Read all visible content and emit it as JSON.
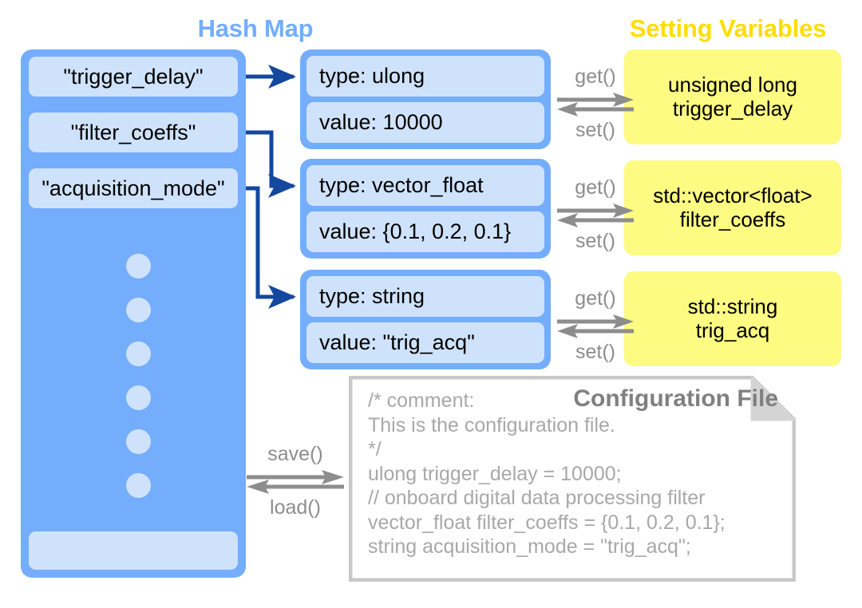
{
  "titles": {
    "hash_map": "Hash Map",
    "setting_variables": "Setting Variables",
    "configuration_file": "Configuration File"
  },
  "colors": {
    "hash_map_blue": "#74adfc",
    "hash_map_slot_light": "#cfe2fb",
    "setting_var_yellow": "#fdfb81",
    "setting_var_title_yellow": "#ffdd00",
    "connector_arrow_blue": "#14479e",
    "transfer_arrow_gray": "#8d8d8d",
    "config_file_text_gray": "#a8a8a8",
    "config_file_title_gray": "#808080",
    "config_file_border_gray": "#c8c8c8"
  },
  "hash_map": {
    "keys": [
      "\"trigger_delay\"",
      "\"filter_coeffs\"",
      "\"acquisition_mode\""
    ],
    "ellipsis_dot_count": 6
  },
  "entries": [
    {
      "type_label": "type: ulong",
      "value_label": "value: 10000"
    },
    {
      "type_label": "type: vector_float",
      "value_label": "value: {0.1, 0.2, 0.1}"
    },
    {
      "type_label": "type: string",
      "value_label": "value: \"trig_acq\""
    }
  ],
  "setting_variables": [
    {
      "type_line": "unsigned long",
      "name_line": "trigger_delay"
    },
    {
      "type_line": "std::vector<float>",
      "name_line": "filter_coeffs"
    },
    {
      "type_line": "std::string",
      "name_line": "trig_acq"
    }
  ],
  "transfers": {
    "get_label": "get()",
    "set_label": "set()",
    "save_label": "save()",
    "load_label": "load()"
  },
  "config_file": {
    "lines": "/* comment:\nThis is the configuration file.\n*/\nulong trigger_delay = 10000;\n// onboard digital data processing filter\nvector_float filter_coeffs = {0.1, 0.2, 0.1};\nstring acquisition_mode = \"trig_acq\";"
  }
}
